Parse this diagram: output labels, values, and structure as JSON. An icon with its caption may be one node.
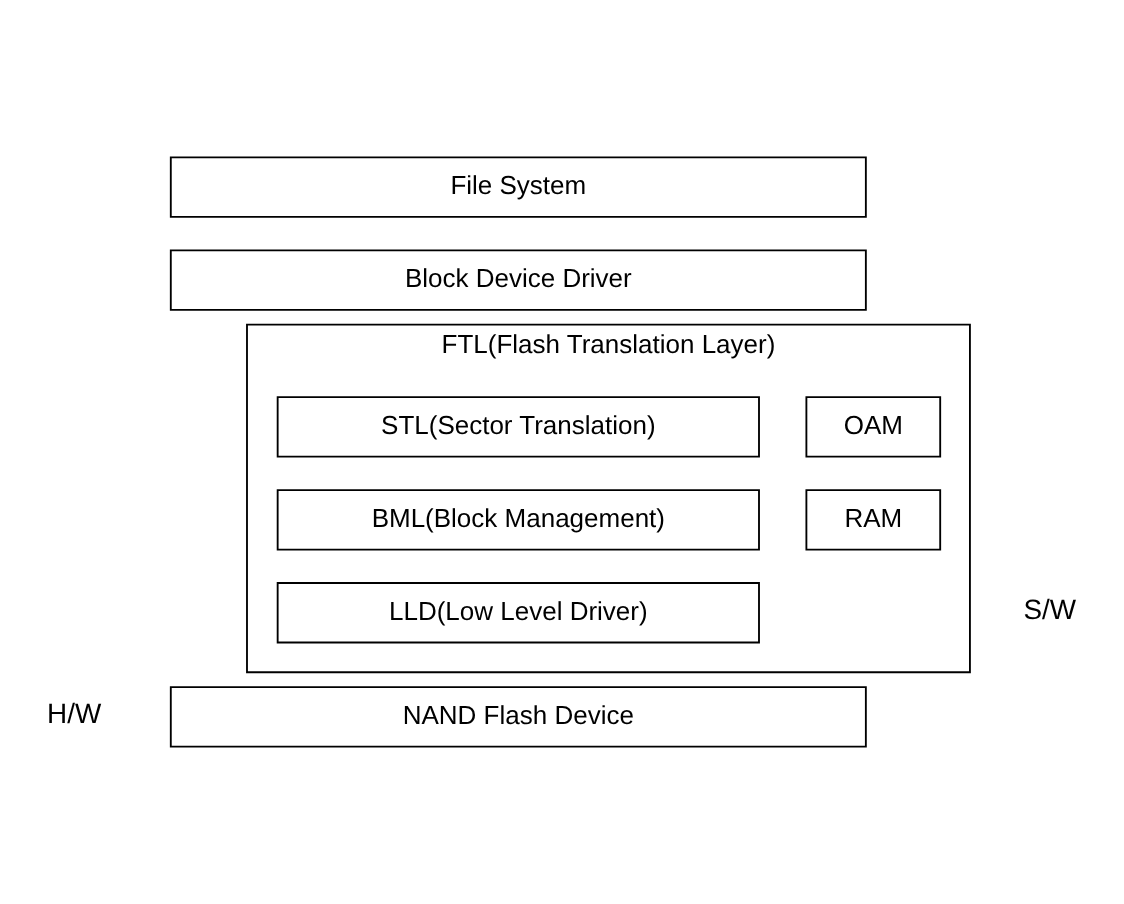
{
  "diagram": {
    "nodes": [
      {
        "text": [
          "File System"
        ]
      },
      {
        "text": [
          "Block Device Driver"
        ]
      },
      {
        "text": [
          "FTL(Flash Translation Layer)"
        ]
      },
      {
        "text": [
          "STL(Sector Translation)"
        ],
        "in": 2
      },
      {
        "text": [
          "BML(Block Management)"
        ],
        "in": 2
      },
      {
        "text": [
          "LLD(Low Level Driver)"
        ],
        "in": 2
      },
      {
        "text": [
          "OAM"
        ],
        "in": 2
      },
      {
        "text": [
          "RAM"
        ],
        "in": 2
      },
      {
        "text": [
          "NAND Flash Device"
        ]
      }
    ],
    "edges": [],
    "labels": [
      "S/W",
      "H/W"
    ]
  }
}
